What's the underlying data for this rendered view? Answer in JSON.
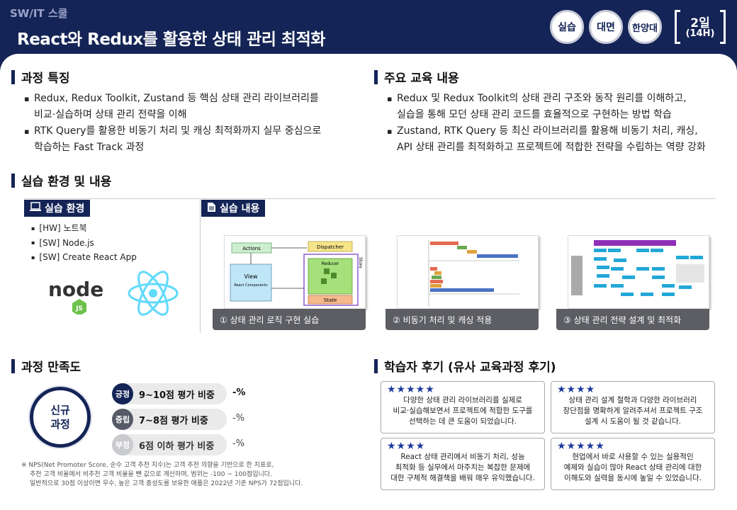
{
  "header": {
    "brand": "SW/IT 스쿨",
    "title": "React와 Redux를 활용한 상태 관리 최적화",
    "badges": [
      "실습",
      "대면",
      "한양대"
    ],
    "duration_days": "2일",
    "duration_hours": "(14H)"
  },
  "features": {
    "title": "과정 특징",
    "items": [
      [
        "Redux, Redux Toolkit, Zustand 등 핵심 상태 관리 라이브러리를",
        "비교·실습하며 상태 관리 전략을 이해"
      ],
      [
        "RTK Query를 활용한 비동기 처리 및 캐싱 최적화까지 실무 중심으로",
        "학습하는 Fast Track 과정"
      ]
    ]
  },
  "curriculum": {
    "title": "주요 교육 내용",
    "items": [
      [
        "Redux 및 Redux Toolkit의 상태 관리 구조와 동작 원리를 이해하고,",
        "실습을 통해 모던 상태 관리 코드를 효율적으로 구현하는 방법 학습"
      ],
      [
        "Zustand, RTK Query 등 최신 라이브러리를 활용해 비동기 처리, 캐싱,",
        "API 상태 관리를 최적화하고 프로젝트에 적합한 전략을 수립하는 역량 강화"
      ]
    ]
  },
  "practice": {
    "title": "실습 환경 및 내용",
    "env_label": "실습 환경",
    "env_items": [
      "[HW] 노트북",
      "[SW] Node.js",
      "[SW] Create React App"
    ],
    "content_label": "실습 내용",
    "cards": [
      "① 상태 관리 로직 구현 실습",
      "② 비동기 처리 및 캐싱 적용",
      "③ 상태 관리 전략 설계 및 최적화"
    ],
    "diagram1": {
      "actions": "Actions",
      "dispatcher": "Dispatcher",
      "view": "View",
      "view_sub": "React Components",
      "reducer": "Reducer",
      "state": "State",
      "store": "Store"
    }
  },
  "satisfaction": {
    "title": "과정 만족도",
    "circle": [
      "신규",
      "과정"
    ],
    "rows": [
      {
        "pill": "긍정",
        "label": "9~10점 평가 비중",
        "value": "-%",
        "color": "#142456"
      },
      {
        "pill": "중립",
        "label": "7~8점 평가 비중",
        "value": "-%",
        "color": "#555a66"
      },
      {
        "pill": "부정",
        "label": "6점 이하 평가 비중",
        "value": "-%",
        "color": "#c9cacd"
      }
    ],
    "note": [
      "※ NPS(Net Promoter Score, 순수 고객 추천 지수)는 고객 추천 의향을 기반으로 한 지표로,",
      "추천 고객 비율에서 비추천 고객 비율을 뺀 값으로 계산하며, 범위는 -100 ~ 100점입니다.",
      "일반적으로 30점 이상이면 우수, 높은 고객 충성도를 보유한 애플은 2022년 기준 NPS가 72점입니다."
    ]
  },
  "reviews": {
    "title": "학습자 후기 (유사 교육과정 후기)",
    "items": [
      {
        "rating": 5,
        "lines": [
          "다양한 상태 관리 라이브러리를 실제로",
          "비교·실습해보면서 프로젝트에 적합한 도구를",
          "선택하는 데 큰 도움이 되었습니다."
        ]
      },
      {
        "rating": 4,
        "lines": [
          "상태 관리 설계 철학과 다양한 라이브러리",
          "장단점을 명확하게 알려주셔서 프로젝트 구조",
          "설계 시 도움이 될 것 같습니다."
        ]
      },
      {
        "rating": 4,
        "lines": [
          "React 상태 관리에서 비동기 처리, 성능",
          "최적화 등 실무에서 마주치는 복잡한 문제에",
          "대한 구체적 해결책을 배워 매우 유익했습니다."
        ]
      },
      {
        "rating": 5,
        "lines": [
          "현업에서 바로 사용할 수 있는 실용적인",
          "예제와 실습이 많아 React 상태 관리에 대한",
          "이해도와 실력을 동시에 높일 수 있었습니다."
        ]
      }
    ]
  }
}
